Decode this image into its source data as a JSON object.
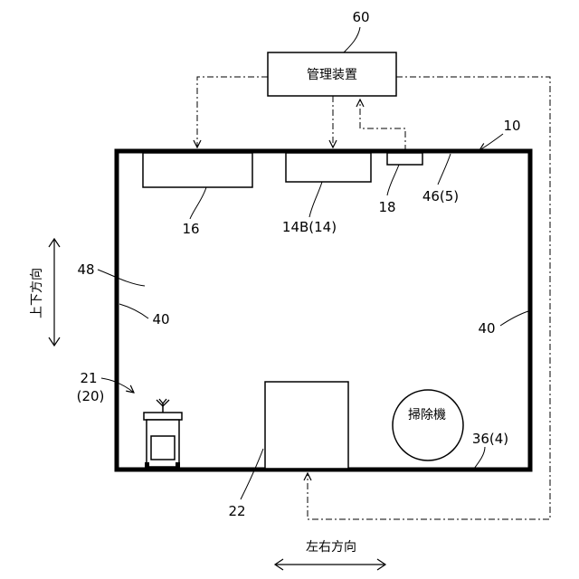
{
  "management_device": {
    "ref": "60",
    "label": "管理装置"
  },
  "room_ref": "10",
  "labels": {
    "l16": "16",
    "l14b": "14B(14)",
    "l18": "18",
    "l46": "46(5)",
    "l48": "48",
    "l40_left": "40",
    "l40_right": "40",
    "l21": "21",
    "l20": "(20)",
    "l22": "22",
    "l36": "36(4)"
  },
  "cleaner_label": "掃除機",
  "vertical_direction": "上下方向",
  "horizontal_direction": "左右方向"
}
